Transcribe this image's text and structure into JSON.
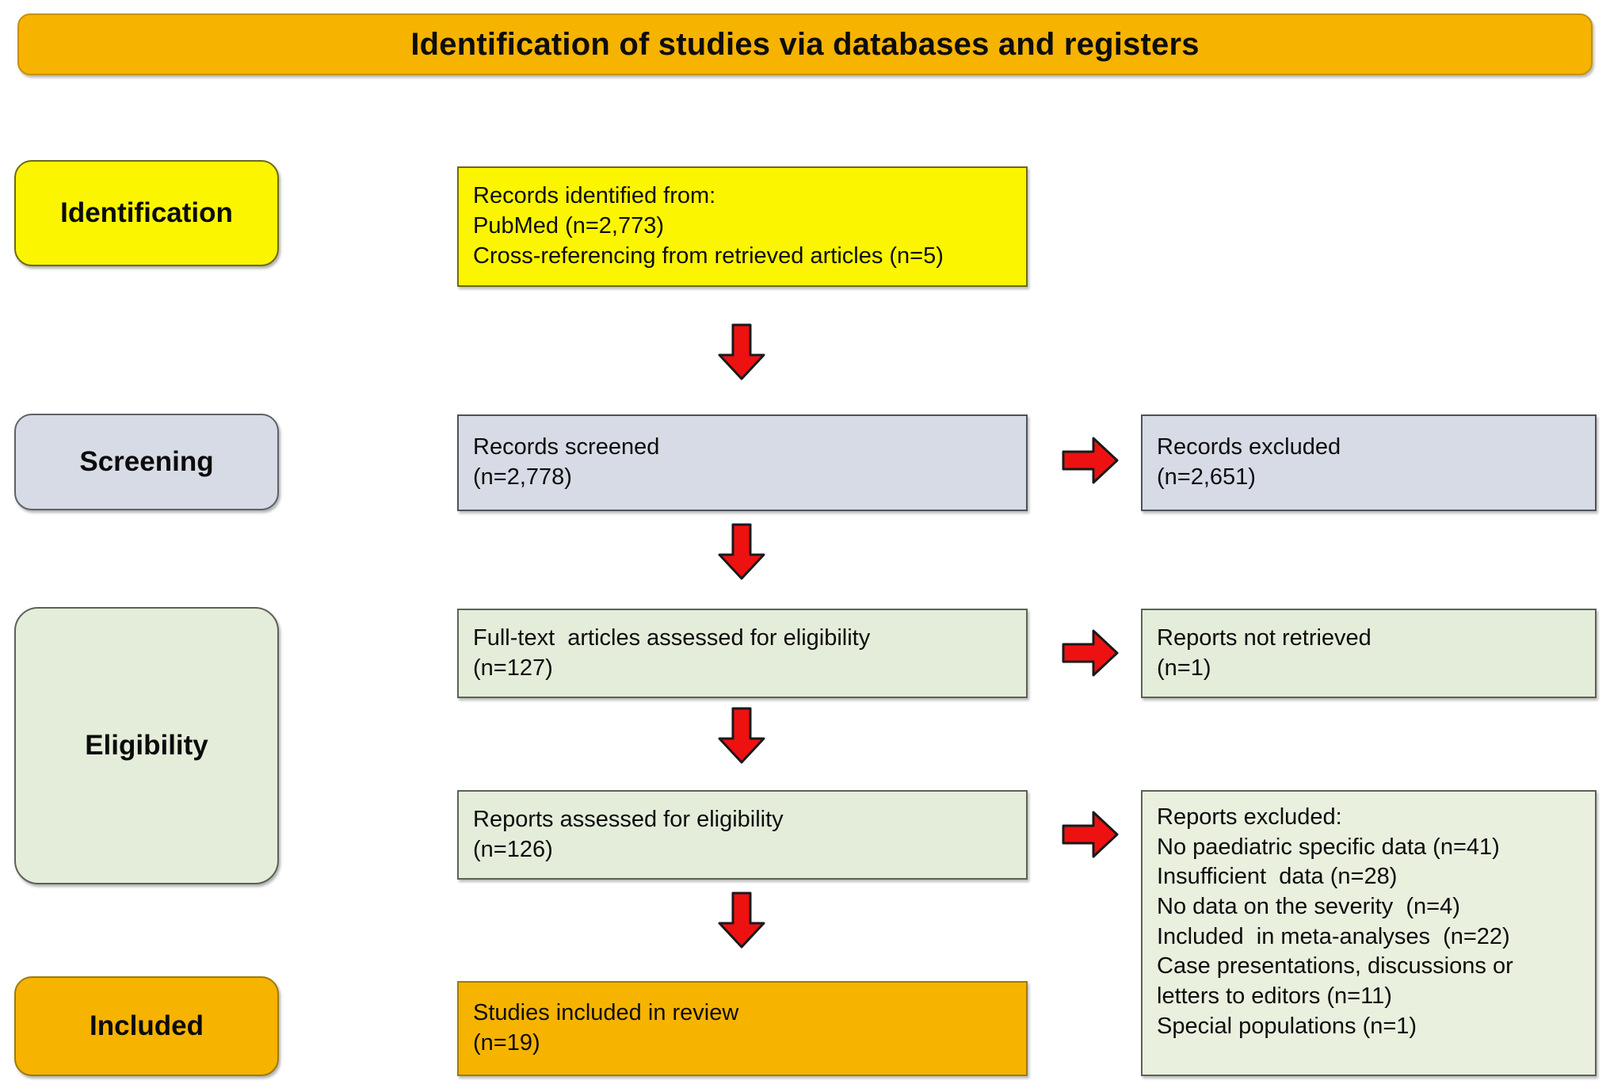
{
  "header": {
    "title": "Identification of studies via databases and registers",
    "background_color": "#F6B300"
  },
  "stages": [
    {
      "key": "identification",
      "label": "Identification",
      "color": "#FCF500"
    },
    {
      "key": "screening",
      "label": "Screening",
      "color": "#D7DBE5"
    },
    {
      "key": "eligibility",
      "label": "Eligibility",
      "color": "#E4EDDA"
    },
    {
      "key": "included",
      "label": "Included",
      "color": "#F6B300"
    }
  ],
  "flow": {
    "records_identified": {
      "line1": "Records identified from:",
      "line2": "PubMed (n=2,773)",
      "line3": "Cross-referencing from retrieved articles (n=5)"
    },
    "records_screened": {
      "line1": "Records screened",
      "line2": "(n=2,778)"
    },
    "records_excluded": {
      "line1": "Records excluded",
      "line2": "(n=2,651)"
    },
    "fulltext_assessed": {
      "line1": "Full-text  articles assessed for eligibility",
      "line2": "(n=127)"
    },
    "reports_not_retrieved": {
      "line1": "Reports not retrieved",
      "line2": "(n=1)"
    },
    "reports_assessed": {
      "line1": "Reports assessed for eligibility",
      "line2": "(n=126)"
    },
    "reports_excluded": {
      "line1": "Reports excluded:",
      "line2": "No paediatric specific data (n=41)",
      "line3": "Insufficient  data (n=28)",
      "line4": "No data on the severity  (n=4)",
      "line5": "Included  in meta-analyses  (n=22)",
      "line6": "Case presentations, discussions or",
      "line7": "letters to editors (n=11)",
      "line8": "Special populations (n=1)"
    },
    "studies_included": {
      "line1": "Studies included in review",
      "line2": "(n=19)"
    }
  },
  "arrows": {
    "color": "#EE1111",
    "outline_color": "#1a1a1a",
    "down_icon": "arrow-down-icon",
    "right_icon": "arrow-right-icon"
  }
}
